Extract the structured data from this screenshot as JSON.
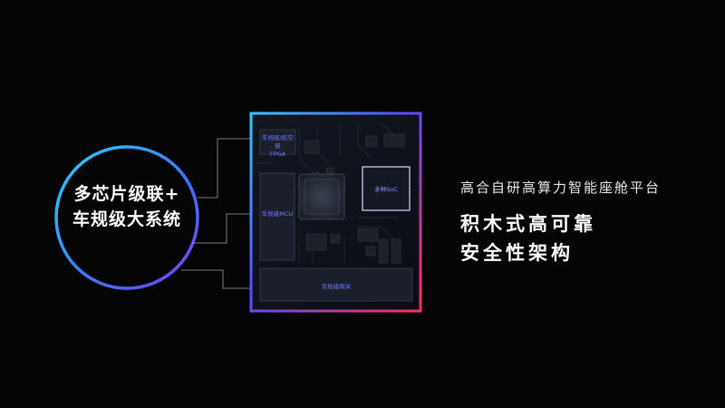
{
  "circle": {
    "line1": "多芯片级联+",
    "line2": "车规级大系统"
  },
  "board": {
    "fpga_line1": "车规级/航空级",
    "fpga_line2": "FPGA",
    "mcu": "车规级MCU",
    "soc": "多种SoC",
    "gateway": "车规级网关"
  },
  "right": {
    "subtitle": "高合自研高算力智能座舱平台",
    "headline_line1": "积木式高可靠",
    "headline_line2": "安全性架构"
  },
  "colors": {
    "background": "#050505",
    "accent_blue": "#3fb8ff",
    "accent_purple": "#6a3cff",
    "accent_red": "#ff3c5a",
    "label_blue": "#6f7cff"
  }
}
